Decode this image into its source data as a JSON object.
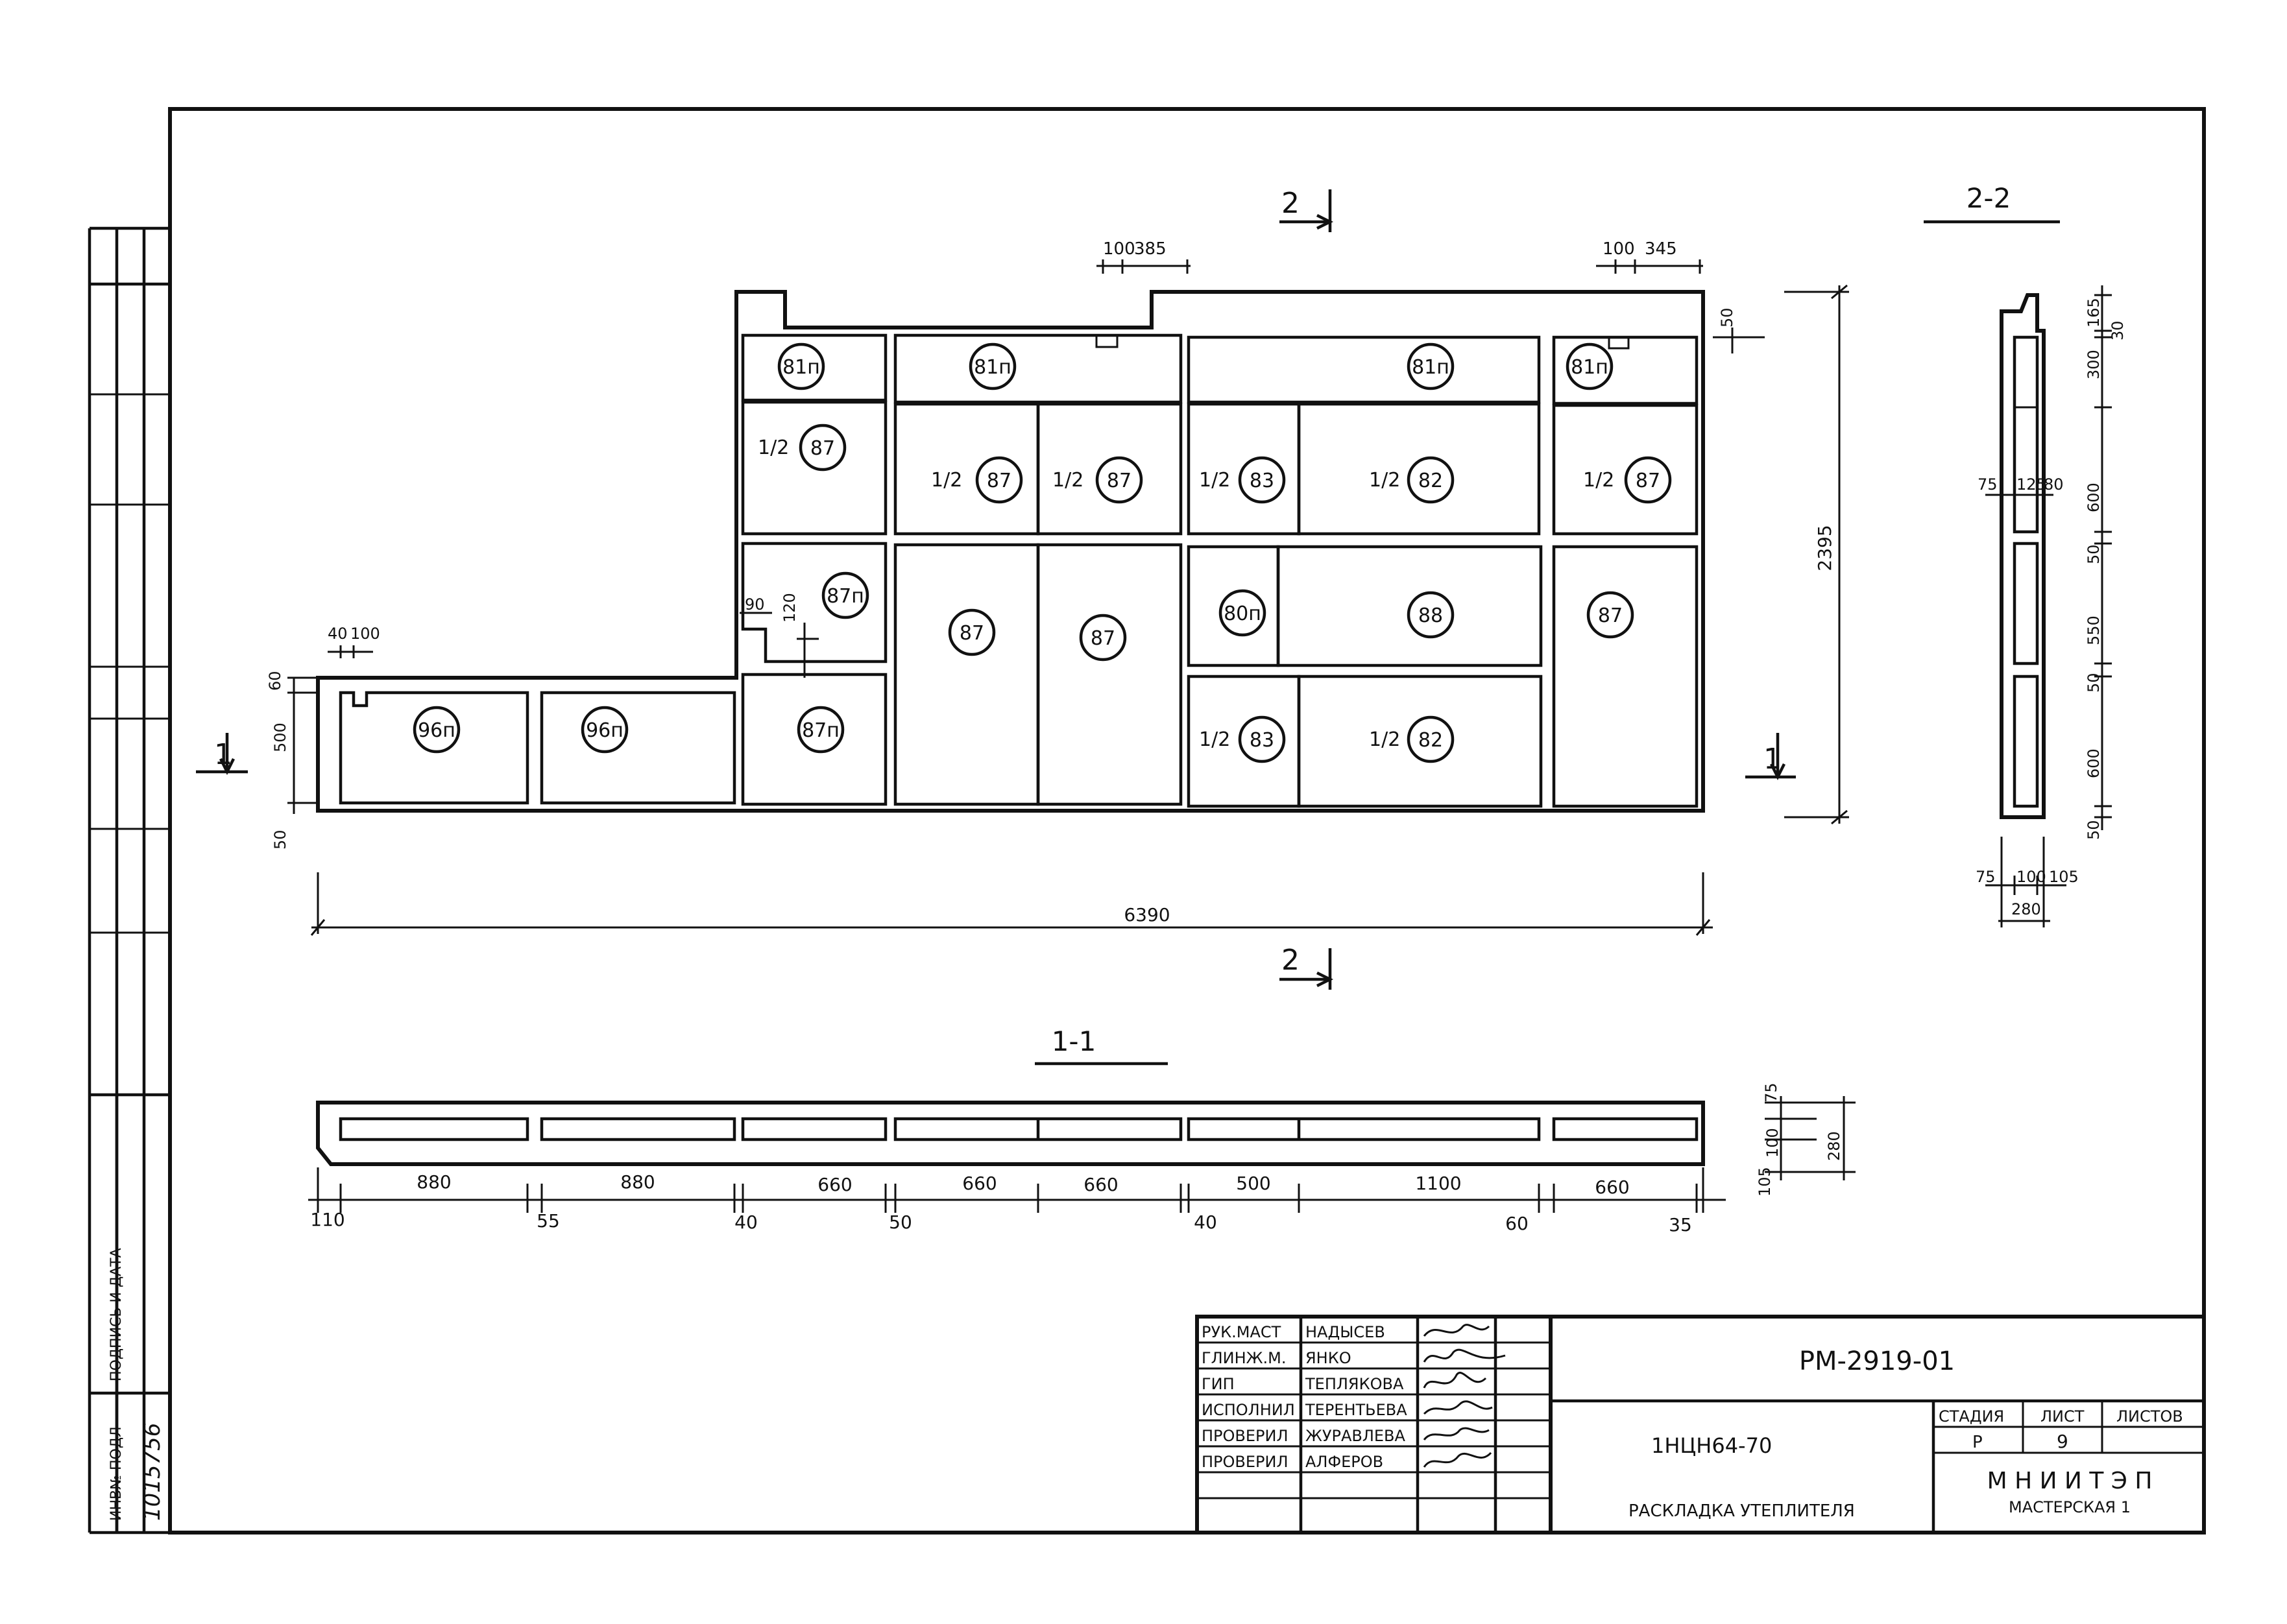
{
  "section_marks": {
    "s2": "2",
    "s1": "1"
  },
  "section_titles": {
    "s11": "1-1",
    "s22": "2-2"
  },
  "facade": {
    "overall_width": "6390",
    "overall_height": "2395",
    "top_dims_a": [
      "100",
      "385"
    ],
    "top_dims_b": [
      "100",
      "345"
    ],
    "top_right_gap": "50",
    "left_dims": [
      "40",
      "100"
    ],
    "left_heights": [
      "60",
      "500",
      "50"
    ],
    "notch_dims": [
      "90",
      "120"
    ],
    "panels": {
      "p81n_1": "81п",
      "p81n_2": "81п",
      "p81n_3": "81п",
      "p81n_4": "81п",
      "p87_a": "87",
      "p87_b": "87",
      "p87_c": "87",
      "p87_d": "87",
      "p83_a": "83",
      "p82_a": "82",
      "p87n_1": "87п",
      "p87n_2": "87п",
      "p87_e": "87",
      "p87_f": "87",
      "p87_g": "87",
      "p80n": "80п",
      "p88": "88",
      "p83_b": "83",
      "p82_b": "82",
      "p96n_1": "96п",
      "p96n_2": "96п"
    },
    "half_label": "1/2"
  },
  "section11": {
    "upper_dims": [
      "880",
      "880",
      "660",
      "660",
      "660",
      "500",
      "1100",
      "660"
    ],
    "lower_dims": [
      "110",
      "55",
      "40",
      "50",
      "40",
      "60",
      "35"
    ],
    "right_dims": [
      "75",
      "100",
      "105",
      "280"
    ]
  },
  "section22": {
    "right_dims": [
      "165",
      "30",
      "300",
      "600",
      "50",
      "550",
      "50",
      "600",
      "50"
    ],
    "left_dims": [
      "75",
      "125",
      "80"
    ],
    "bottom_dims": [
      "75",
      "100",
      "105",
      "280"
    ]
  },
  "title_block": {
    "roles": [
      "РУК.МАСТ",
      "ГЛИНЖ.М.",
      "ГИП",
      "ИСПОЛНИЛ",
      "ПРОВЕРИЛ",
      "ПРОВЕРИЛ"
    ],
    "names": [
      "НАДЫСЕВ",
      "ЯНКО",
      "ТЕПЛЯКОВА",
      "ТЕРЕНТЬЕВА",
      "ЖУРАВЛЕВА",
      "АЛФЕРОВ"
    ],
    "doc_code": "РМ-2919-01",
    "series": "1НЦН64-70",
    "sheet_title": "РАСКЛАДКА УТЕПЛИТЕЛЯ",
    "stage_header": "СТАДИЯ",
    "sheet_header": "ЛИСТ",
    "sheets_header": "ЛИСТОВ",
    "stage_value": "Р",
    "sheet_value": "9",
    "org_name": "М Н И И Т Э П",
    "org_workshop": "МАСТЕРСКАЯ 1"
  },
  "side_stamp": {
    "sign_date_label": "ПОДПИСЬ И ДАТА",
    "inv_label": "ИНВ№ ПОДЛ",
    "inv_number": "1015756"
  }
}
